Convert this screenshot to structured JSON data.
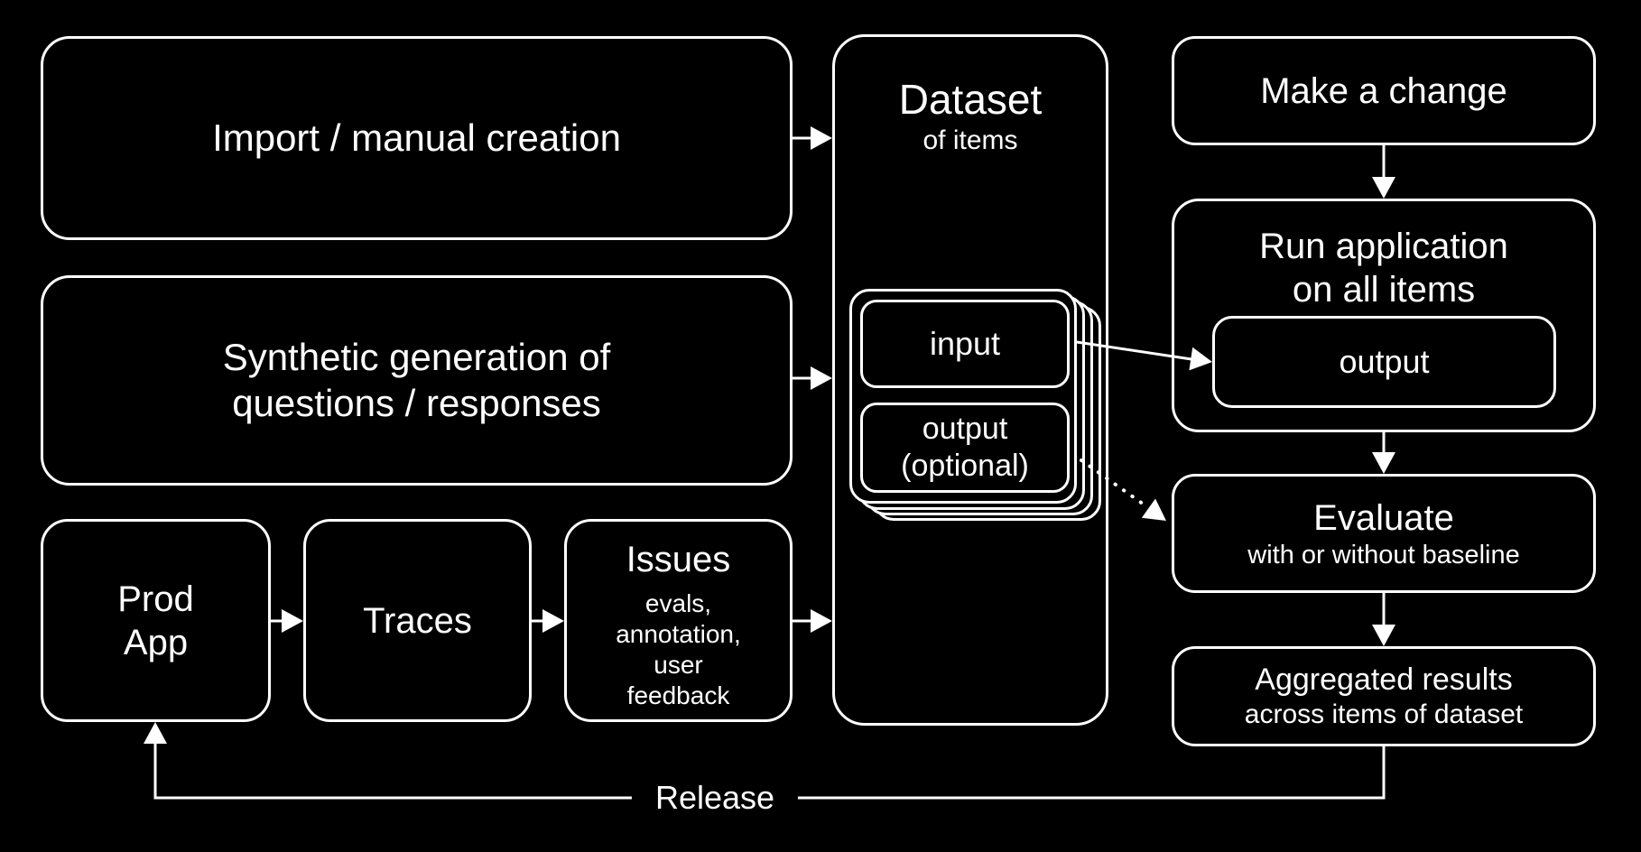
{
  "colors": {
    "background": "#000000",
    "stroke": "#ffffff",
    "text": "#ffffff"
  },
  "diagram": {
    "import": {
      "label": "Import / manual creation"
    },
    "synthetic": {
      "line1": "Synthetic generation of",
      "line2": "questions / responses"
    },
    "prod_app": {
      "line1": "Prod",
      "line2": "App"
    },
    "traces": {
      "label": "Traces"
    },
    "issues": {
      "title": "Issues",
      "lines": [
        "evals,",
        "annotation,",
        "user",
        "feedback"
      ]
    },
    "dataset": {
      "title": "Dataset",
      "subtitle": "of items"
    },
    "item_card": {
      "input": "input",
      "output_line1": "output",
      "output_line2": "(optional)"
    },
    "make_change": {
      "label": "Make a change"
    },
    "run_app": {
      "line1": "Run application",
      "line2": "on all items",
      "output": "output"
    },
    "evaluate": {
      "title": "Evaluate",
      "subtitle": "with or without baseline"
    },
    "aggregated": {
      "line1": "Aggregated results",
      "line2": "across items of dataset"
    },
    "release": {
      "label": "Release"
    }
  }
}
